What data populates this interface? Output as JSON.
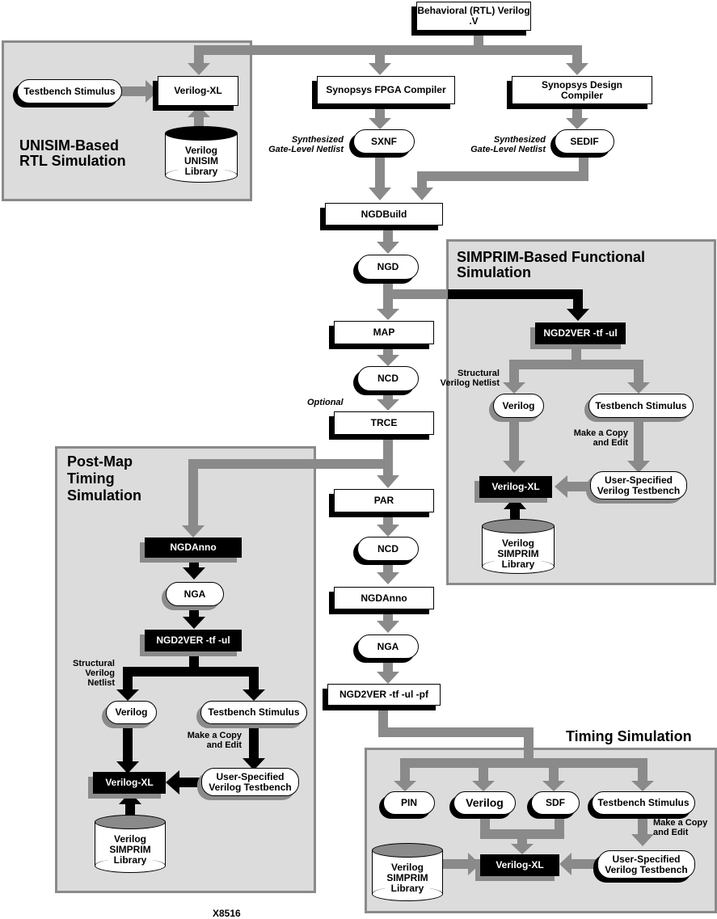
{
  "figure_id": "X8516",
  "panels": {
    "unisim": {
      "title_line1": "UNISIM-Based",
      "title_line2": "RTL Simulation"
    },
    "simprim_functional": {
      "title_line1": "SIMPRIM-Based Functional",
      "title_line2": "Simulation"
    },
    "post_map": {
      "title_line1": "Post-Map",
      "title_line2": "Timing",
      "title_line3": "Simulation"
    },
    "timing": {
      "title": "Timing Simulation"
    }
  },
  "main_flow": {
    "source_line1": "Behavioral (RTL) Verilog",
    "source_line2": ".V",
    "fpga_compiler": "Synopsys FPGA Compiler",
    "design_compiler_line1": "Synopsys Design",
    "design_compiler_line2": "Compiler",
    "sxnf": "SXNF",
    "sedif": "SEDIF",
    "netlist_note_line1": "Synthesized",
    "netlist_note_line2": "Gate-Level Netlist",
    "ngdbuild": "NGDBuild",
    "ngd": "NGD",
    "map": "MAP",
    "ncd1": "NCD",
    "optional": "Optional",
    "trce": "TRCE",
    "par": "PAR",
    "ncd2": "NCD",
    "ngdanno": "NGDAnno",
    "nga": "NGA",
    "ngd2ver": "NGD2VER -tf -ul -pf"
  },
  "unisim_flow": {
    "testbench": "Testbench Stimulus",
    "verilog_xl": "Verilog-XL",
    "library_line1": "Verilog",
    "library_line2": "UNISIM",
    "library_line3": "Library"
  },
  "functional_flow": {
    "ngd2ver": "NGD2VER -tf -ul",
    "structural_note_line1": "Structural",
    "structural_note_line2": "Verilog Netlist",
    "verilog": "Verilog",
    "testbench": "Testbench Stimulus",
    "copy_note_line1": "Make a Copy",
    "copy_note_line2": "and Edit",
    "user_testbench_line1": "User-Specified",
    "user_testbench_line2": "Verilog Testbench",
    "verilog_xl": "Verilog-XL",
    "library_line1": "Verilog",
    "library_line2": "SIMPRIM",
    "library_line3": "Library"
  },
  "postmap_flow": {
    "ngdanno": "NGDAnno",
    "nga": "NGA",
    "ngd2ver": "NGD2VER -tf -ul",
    "structural_note_line1": "Structural",
    "structural_note_line2": "Verilog",
    "structural_note_line3": "Netlist",
    "verilog": "Verilog",
    "testbench": "Testbench Stimulus",
    "copy_note_line1": "Make a Copy",
    "copy_note_line2": "and Edit",
    "user_testbench_line1": "User-Specified",
    "user_testbench_line2": "Verilog Testbench",
    "verilog_xl": "Verilog-XL",
    "library_line1": "Verilog",
    "library_line2": "SIMPRIM",
    "library_line3": "Library"
  },
  "timing_flow": {
    "pin": "PIN",
    "verilog": "Verilog",
    "sdf": "SDF",
    "testbench": "Testbench Stimulus",
    "copy_note_line1": "Make a Copy",
    "copy_note_line2": "and Edit",
    "user_testbench_line1": "User-Specified",
    "user_testbench_line2": "Verilog Testbench",
    "verilog_xl": "Verilog-XL",
    "library_line1": "Verilog",
    "library_line2": "SIMPRIM",
    "library_line3": "Library"
  },
  "colors": {
    "arrow_grey": "#8a8a8a",
    "arrow_black": "#000000",
    "panel_fill": "#dcdcdc",
    "panel_border": "#8a8a8a"
  }
}
